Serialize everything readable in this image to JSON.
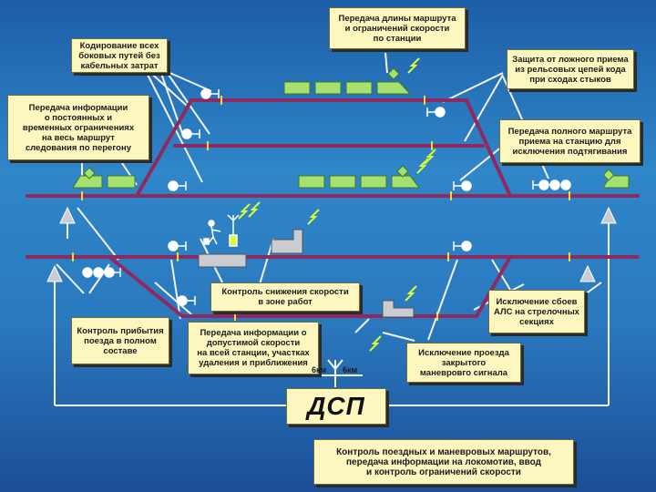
{
  "boxes": {
    "route_length": "Передача длины маршрута\nи ограничений скорости\nпо станции",
    "coding": "Кодирование всех\nбоковых путей без\nкабельных затрат",
    "false_reception": "Защита от ложного приема\nиз рельсовых цепей кода\nпри сходах стыков",
    "permanent_limits": "Передача информации\nо постоянных и\nвременных ограничениях\nна весь маршрут\nследования по перегону",
    "full_route": "Передача полного маршрута\nприема на станцию для\nисключения подтягивания",
    "speed_reduction": "Контроль снижения скорости\nв зоне работ",
    "alarm_failures": "Исключение сбоев\nАЛС на стрелочных\nсекциях",
    "arrival": "Контроль прибытия\nпоезда в полном\nсоставе",
    "permissible_speed": "Передача информации о\nдопустимой скорости\nна всей станции, участках\nудаления и приближения",
    "closed_signal": "Исключение проезда\nзакрытого\nманевровго сигнала",
    "bottom": "Контроль поездных и маневровых маршрутов,\nпередача информации на локомотив, ввод\nи контроль ограничений скорости"
  },
  "dsp_label": "ДСП",
  "antenna_labels": [
    "6км",
    "6км"
  ],
  "colors": {
    "track": "#8e2a5e",
    "wire": "#f2f2f2",
    "car_fill": "#a6e070",
    "box_fill": "#fdf7bf"
  }
}
